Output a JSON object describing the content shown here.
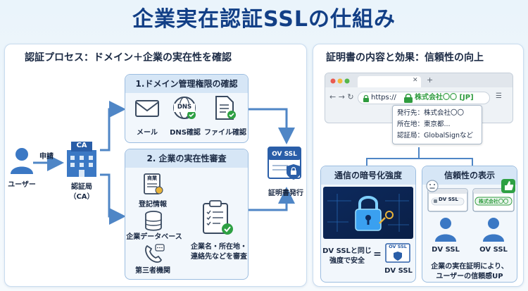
{
  "title": "企業実在認証SSLの仕組み",
  "left": {
    "heading": "認証プロセス：ドメイン＋企業の実在性を確認",
    "user_label": "ユーザー",
    "request_label": "申請",
    "ca_label": "認証局",
    "ca_label_sub": "（CA）",
    "ca_sign": "CA",
    "domain_box": {
      "title": "1.ドメイン管理権限の確認",
      "items": [
        "メール",
        "DNS確認",
        "ファイル確認"
      ],
      "dns_icon_text": "DNS"
    },
    "company_box": {
      "title": "2. 企業の実在性審査",
      "items": [
        "登記情報",
        "企業データベース",
        "第三者機関"
      ],
      "reg_icon_text": "商業",
      "review_line1": "企業名・所在地・",
      "review_line2": "連絡先などを審査"
    },
    "cert": {
      "badge": "OV SSL",
      "label": "証明書発行"
    }
  },
  "right": {
    "heading": "証明書の内容と効果：信頼性の向上",
    "browser": {
      "url_prefix": "https://",
      "company": "株式会社〇〇 [JP]"
    },
    "popup": [
      "発行先：株式会社〇〇",
      "所在地：東京都...",
      "認証局：GlobalSignなど"
    ],
    "encryption": {
      "title": "通信の暗号化強度",
      "compare_line1": "DV SSLと同じ",
      "compare_line2": "強度で安全",
      "equals": "=",
      "mini_badge": "OV SSL",
      "dv_label": "DV SSL"
    },
    "trust": {
      "title": "信頼性の表示",
      "dv_badge": "DV SSL",
      "ov_badge": "株式会社〇〇",
      "dv_label": "DV SSL",
      "ov_label": "OV SSL",
      "caption_line1": "企業の実在証明により、",
      "caption_line2": "ユーザーの信頼感UP"
    }
  },
  "colors": {
    "title": "#123f86",
    "accent_blue": "#3b78c4",
    "lock_green": "#2e9b3e",
    "check_green": "#2ea043",
    "arrow": "#4f86c6"
  }
}
